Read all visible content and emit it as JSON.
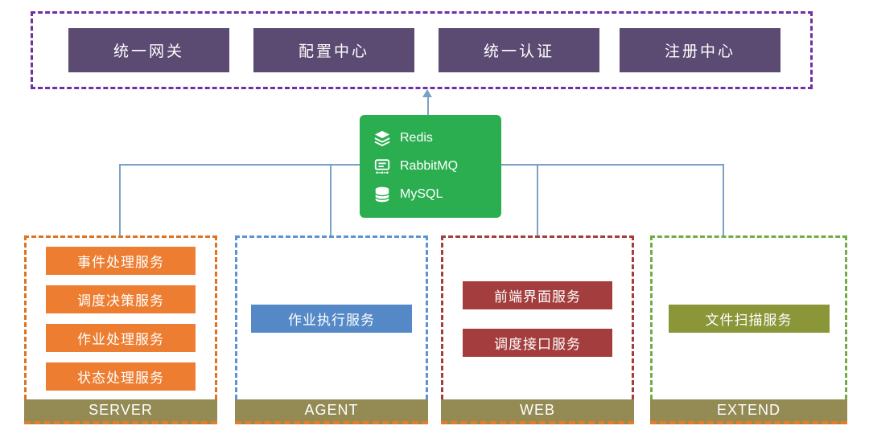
{
  "top_panel": {
    "border_color": "#7030A0",
    "box_color": "#5B4A72",
    "items": [
      {
        "label": "统一网关"
      },
      {
        "label": "配置中心"
      },
      {
        "label": "统一认证"
      },
      {
        "label": "注册中心"
      }
    ]
  },
  "middleware": {
    "box_color": "#2BAE50",
    "items": [
      {
        "name": "Redis",
        "icon": "redis-icon"
      },
      {
        "name": "RabbitMQ",
        "icon": "rabbitmq-icon"
      },
      {
        "name": "MySQL",
        "icon": "mysql-icon"
      }
    ]
  },
  "groups": [
    {
      "name": "SERVER",
      "border_color": "#E0711F",
      "service_color": "#ED7D31",
      "services": [
        "事件处理服务",
        "调度决策服务",
        "作业处理服务",
        "状态处理服务"
      ]
    },
    {
      "name": "AGENT",
      "border_color": "#5E93CE",
      "service_color": "#5488C7",
      "services": [
        "作业执行服务"
      ]
    },
    {
      "name": "WEB",
      "border_color": "#A43E3E",
      "service_color": "#A43E3E",
      "services": [
        "前端界面服务",
        "调度接口服务"
      ]
    },
    {
      "name": "EXTEND",
      "border_color": "#70AD47",
      "service_color": "#8A9638",
      "services": [
        "文件扫描服务"
      ]
    }
  ],
  "label_bar_color": "#948A54",
  "connector_color": "#7CA1C6"
}
